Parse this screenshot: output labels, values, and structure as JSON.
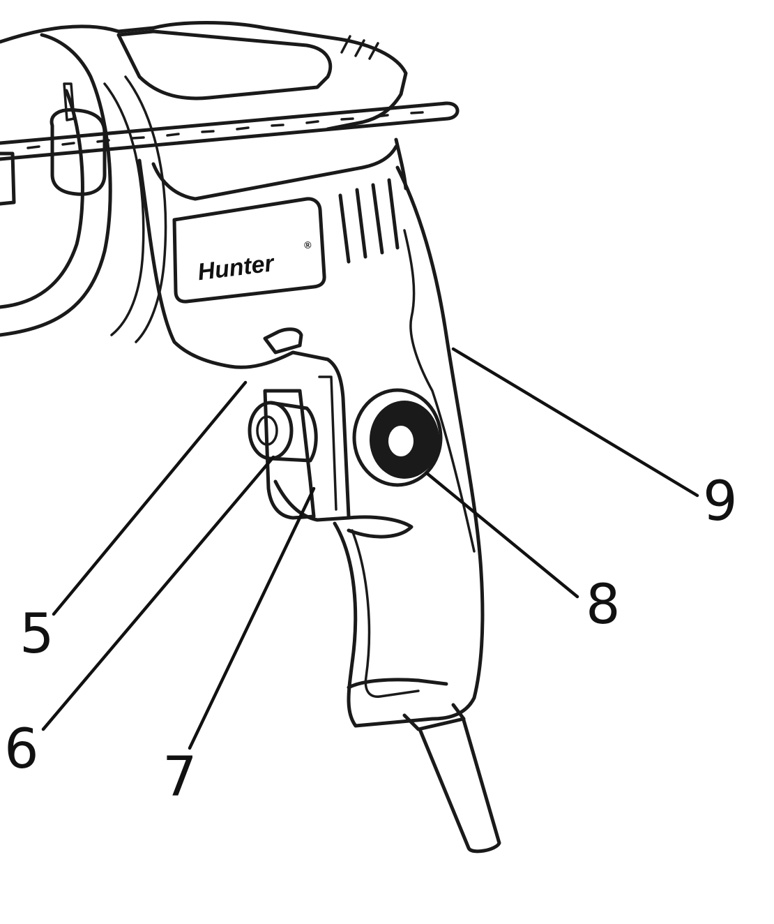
{
  "brand": {
    "logo_text": "Hunter",
    "logo_mark": "®"
  },
  "callouts": [
    {
      "id": "5",
      "label": "5"
    },
    {
      "id": "6",
      "label": "6"
    },
    {
      "id": "7",
      "label": "7"
    },
    {
      "id": "8",
      "label": "8"
    },
    {
      "id": "9",
      "label": "9"
    }
  ],
  "colors": {
    "ink": "#1a1a1a",
    "background": "#ffffff"
  }
}
